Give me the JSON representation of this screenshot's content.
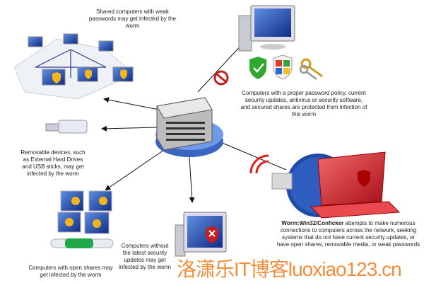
{
  "captions": {
    "shared": "Shared computers with weak passwords may get infected by the worm",
    "protected": "Computers with a proper password policy, current security updates, antivirus or security software, and secured shares are protected from infection of this worm",
    "removable": "Removable devices, such as External Hard Drives and USB sticks, may get infected by the worm",
    "open_shares": "Computers with open shares may get infected by the worm",
    "no_updates": "Computers without the latest security updates may get infected by the worm",
    "worm_name": "Worm:Win32/Conficker",
    "worm_desc": " attempts to make numerous connections to computers across the network, seeking systems that do not have current security updates, or have open shares, removable media, or weak passwords"
  },
  "watermark": "洛潇乐IT博客luoxiao123.cn",
  "colors": {
    "worm_red": "#d8202a",
    "shield_yellow": "#f2b41c",
    "screen_blue": "#1c3f9c",
    "watermark": "#f07a1a"
  }
}
